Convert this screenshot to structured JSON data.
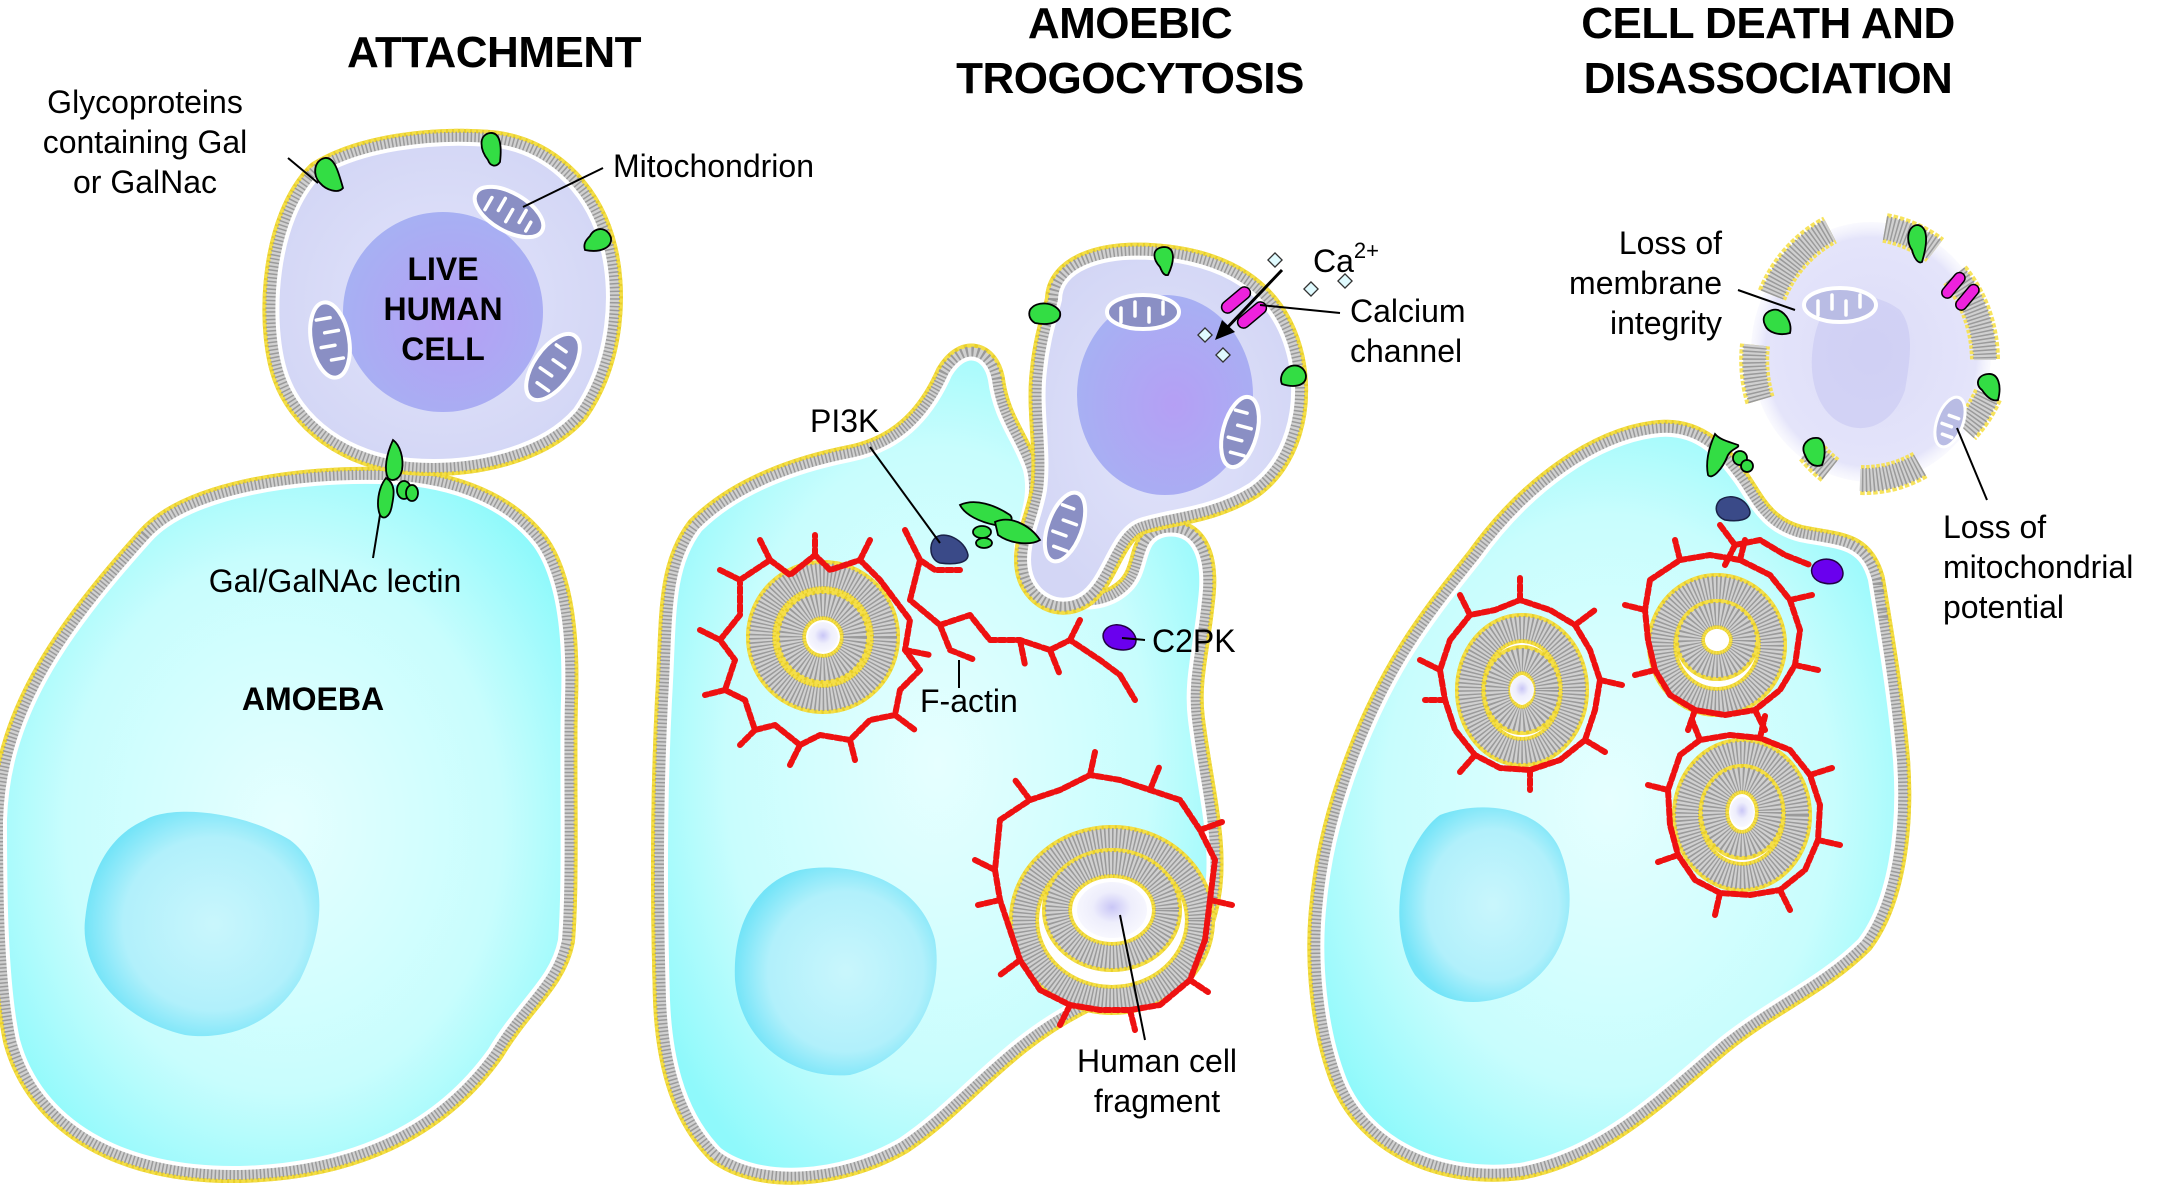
{
  "panels": [
    {
      "id": "attachment",
      "title_lines": [
        "ATTACHMENT"
      ],
      "labels": {
        "glycoproteins": [
          "Glycoproteins",
          "containing Gal",
          "or GalNac"
        ],
        "mitochondrion": "Mitochondrion",
        "live_human_cell": [
          "LIVE",
          "HUMAN",
          "CELL"
        ],
        "lectin": "Gal/GalNAc lectin",
        "amoeba": "AMOEBA"
      }
    },
    {
      "id": "trogocytosis",
      "title_lines": [
        "AMOEBIC",
        "TROGOCYTOSIS"
      ],
      "labels": {
        "calcium_ion": "Ca",
        "calcium_ion_charge": "2+",
        "calcium_channel": [
          "Calcium",
          "channel"
        ],
        "pi3k": "PI3K",
        "c2pk": "C2PK",
        "f_actin": "F-actin",
        "human_cell_fragment": [
          "Human cell",
          "fragment"
        ]
      }
    },
    {
      "id": "cell-death",
      "title_lines": [
        "CELL DEATH AND",
        "DISASSOCIATION"
      ],
      "labels": {
        "loss_membrane": [
          "Loss of",
          "membrane",
          "integrity"
        ],
        "loss_mito": [
          "Loss of",
          "mitochondrial",
          "potential"
        ]
      }
    }
  ],
  "colors": {
    "amoeba_cytoplasm": "#9ffcfc",
    "amoeba_nucleus": "#7fe6f8",
    "human_cytoplasm": "#d9dcf7",
    "human_nucleus": "#aa9ff0",
    "membrane_heads": "#f2d93a",
    "membrane_tails": "#9a9a9a",
    "lectin_protein": "#33dd44",
    "pi3k": "#3a4a88",
    "c2pk": "#6a00ee",
    "calcium_channel": "#ee22dd",
    "f_actin": "#ee1111",
    "mitochondrion": "#8a8fc4"
  }
}
